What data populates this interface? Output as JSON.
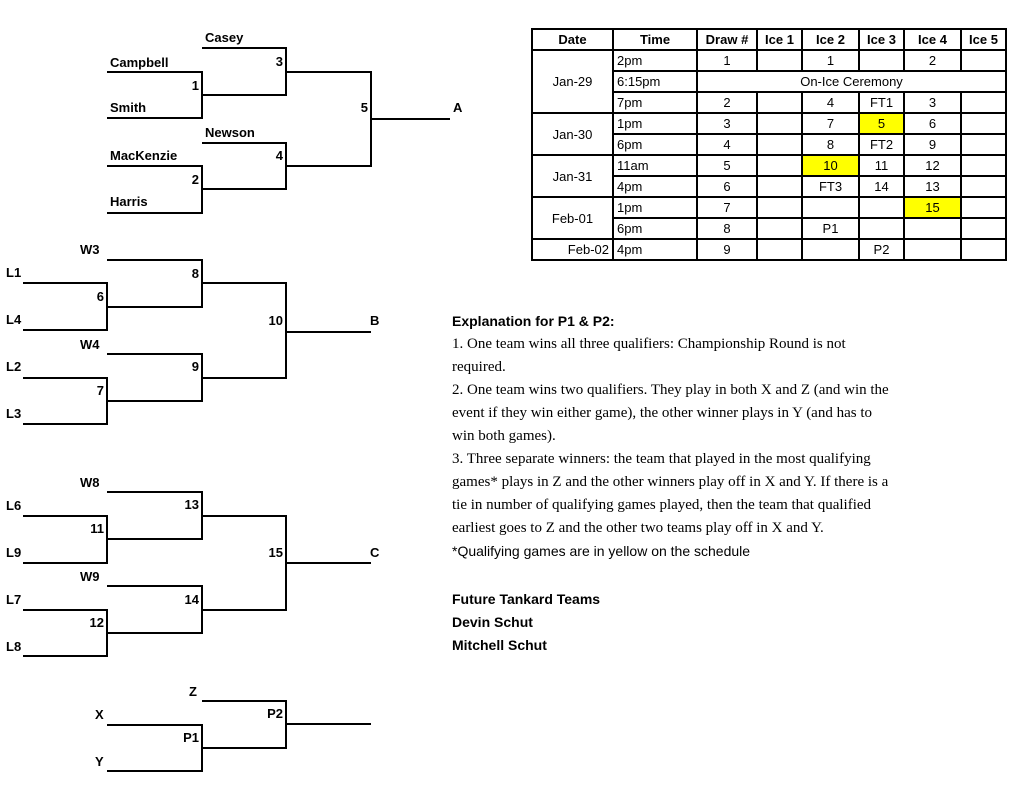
{
  "bracketA": {
    "casey": "Casey",
    "campbell": "Campbell",
    "smith": "Smith",
    "newson": "Newson",
    "mackenzie": "MacKenzie",
    "harris": "Harris",
    "g1": "1",
    "g2": "2",
    "g3": "3",
    "g4": "4",
    "g5": "5",
    "out": "A"
  },
  "bracketB": {
    "w3": "W3",
    "l1": "L1",
    "l4": "L4",
    "w4": "W4",
    "l2": "L2",
    "l3": "L3",
    "g6": "6",
    "g7": "7",
    "g8": "8",
    "g9": "9",
    "g10": "10",
    "out": "B"
  },
  "bracketC": {
    "w8": "W8",
    "l6": "L6",
    "l9": "L9",
    "w9": "W9",
    "l7": "L7",
    "l8": "L8",
    "g11": "11",
    "g12": "12",
    "g13": "13",
    "g14": "14",
    "g15": "15",
    "out": "C"
  },
  "bracketP": {
    "z": "Z",
    "x": "X",
    "y": "Y",
    "p1": "P1",
    "p2": "P2"
  },
  "schedule": {
    "headers": [
      "Date",
      "Time",
      "Draw #",
      "Ice 1",
      "Ice 2",
      "Ice 3",
      "Ice 4",
      "Ice 5"
    ],
    "rows": [
      {
        "date": "Jan-29",
        "time": "2pm",
        "draw": "1",
        "ice1": "",
        "ice2": "1",
        "ice3": "",
        "ice4": "2",
        "ice5": ""
      },
      {
        "time": "6:15pm",
        "ceremony": "On-Ice Ceremony"
      },
      {
        "time": "7pm",
        "draw": "2",
        "ice1": "",
        "ice2": "4",
        "ice3": "FT1",
        "ice4": "3",
        "ice5": ""
      },
      {
        "date": "Jan-30",
        "time": "1pm",
        "draw": "3",
        "ice1": "",
        "ice2": "7",
        "ice3": "5",
        "ice4": "6",
        "ice5": ""
      },
      {
        "time": "6pm",
        "draw": "4",
        "ice1": "",
        "ice2": "8",
        "ice3": "FT2",
        "ice4": "9",
        "ice5": ""
      },
      {
        "date": "Jan-31",
        "time": "11am",
        "draw": "5",
        "ice1": "",
        "ice2": "10",
        "ice3": "11",
        "ice4": "12",
        "ice5": ""
      },
      {
        "time": "4pm",
        "draw": "6",
        "ice1": "",
        "ice2": "FT3",
        "ice3": "14",
        "ice4": "13",
        "ice5": ""
      },
      {
        "date": "Feb-01",
        "time": "1pm",
        "draw": "7",
        "ice1": "",
        "ice2": "",
        "ice3": "",
        "ice4": "15",
        "ice5": ""
      },
      {
        "time": "6pm",
        "draw": "8",
        "ice1": "",
        "ice2": "P1",
        "ice3": "",
        "ice4": "",
        "ice5": ""
      },
      {
        "date": "Feb-02",
        "time": "4pm",
        "draw": "9",
        "ice1": "",
        "ice2": "",
        "ice3": "P2",
        "ice4": "",
        "ice5": ""
      }
    ],
    "highlight_color": "#ffff00"
  },
  "explanation": {
    "title": "Explanation for P1 & P2:",
    "p1": "1. One team wins all three qualifiers: Championship Round is not required.",
    "p2": "2. One team wins two qualifiers. They play in both X and Z (and win the event if they win either game), the other winner plays in Y (and has to win both games).",
    "p3": "3. Three separate winners: the team that played in the most qualifying games* plays in Z and the other winners play off in X and Y. If there is a tie in number of qualifying games played, then the team that qualified earliest goes to Z and the other two teams play off in X and Y.",
    "note": "*Qualifying games are in yellow on the schedule"
  },
  "future": {
    "title": "Future Tankard Teams",
    "team1": "Devin Schut",
    "team2": "Mitchell Schut"
  }
}
